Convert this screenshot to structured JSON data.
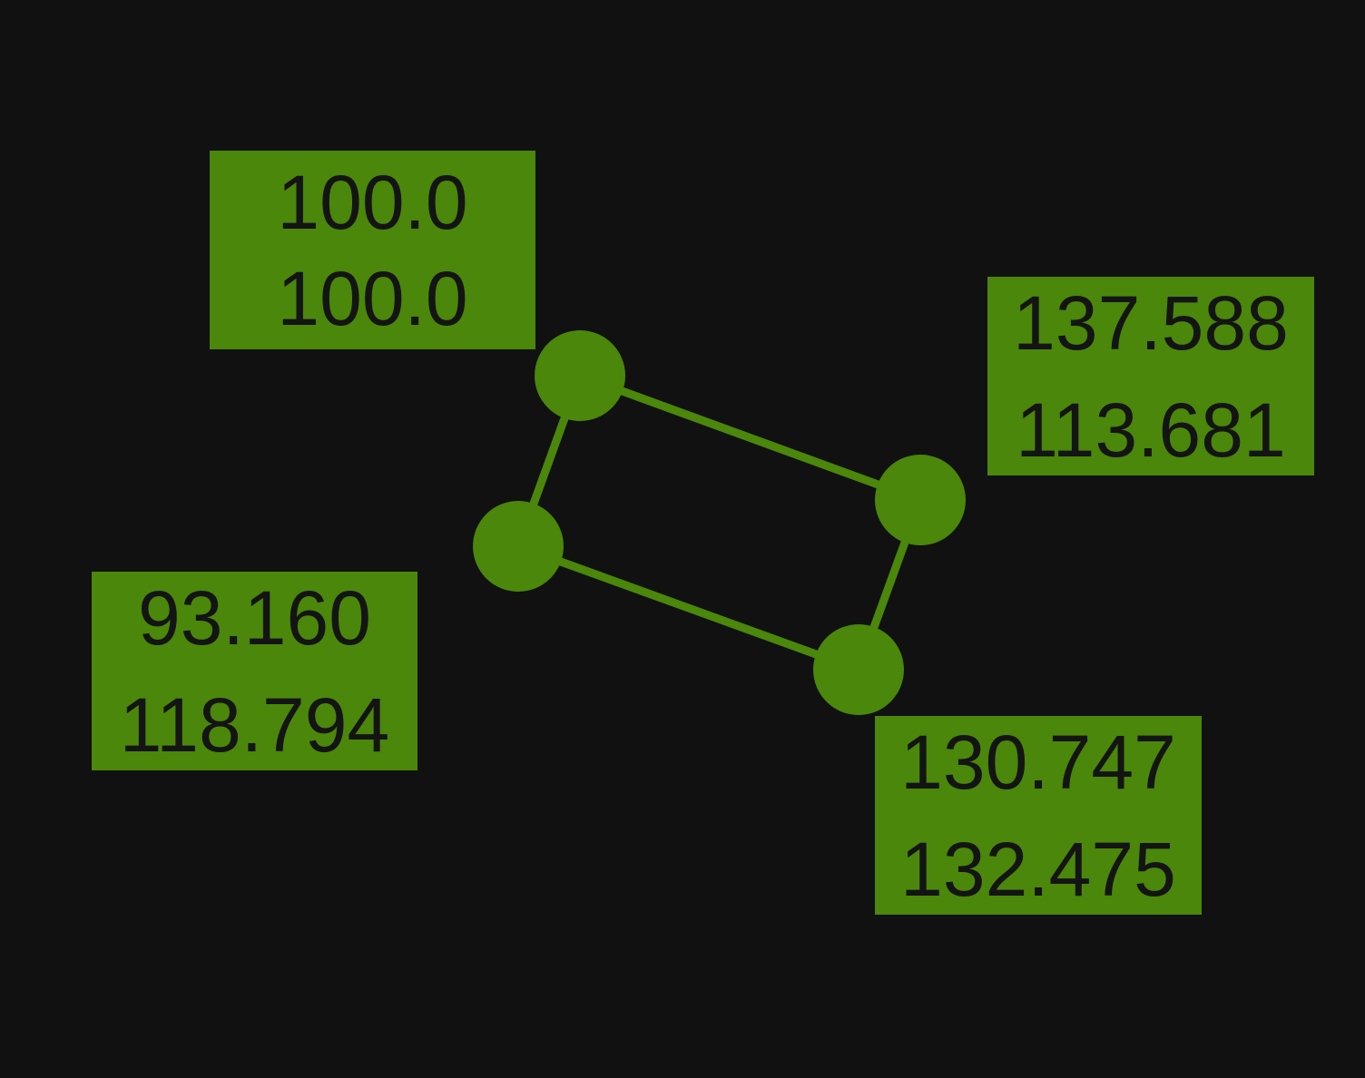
{
  "colors": {
    "background": "#111111",
    "accent": "#4a870a",
    "label_text": "#141414"
  },
  "nodes": {
    "top_left": {
      "value_1": "100.0",
      "value_2": "100.0"
    },
    "top_right": {
      "value_1": "137.588",
      "value_2": "113.681"
    },
    "left": {
      "value_1": "93.160",
      "value_2": "118.794"
    },
    "bottom_right": {
      "value_1": "130.747",
      "value_2": "132.475"
    }
  }
}
